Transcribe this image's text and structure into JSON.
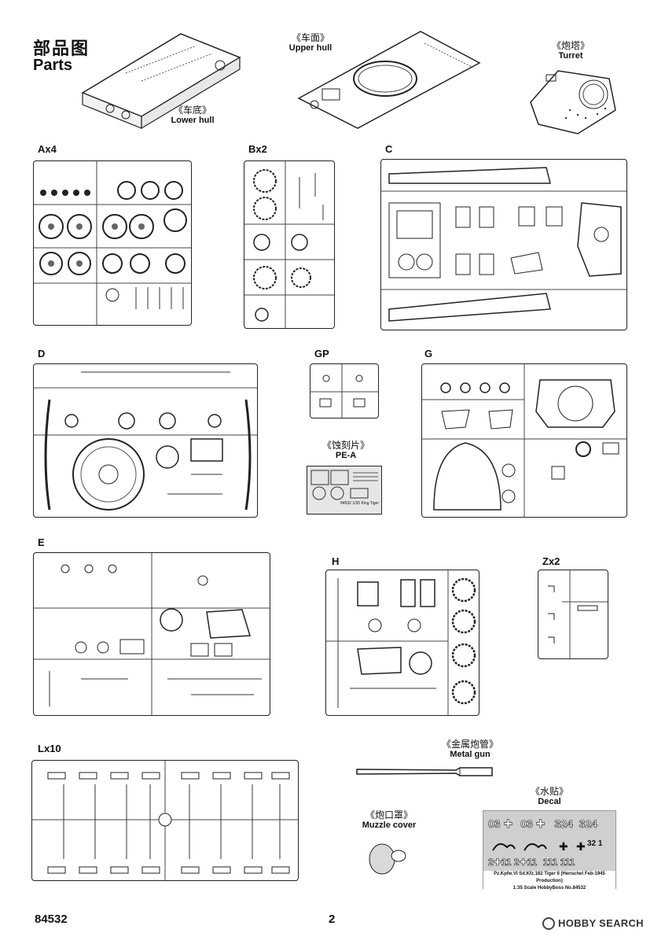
{
  "header": {
    "title_cn": "部品图",
    "title_en": "Parts"
  },
  "hull_lower": {
    "cn": "《车底》",
    "en": "Lower hull"
  },
  "hull_upper": {
    "cn": "《车面》",
    "en": "Upper hull"
  },
  "turret": {
    "cn": "《炮塔》",
    "en": "Turret"
  },
  "sprues": {
    "a": "Ax4",
    "b": "Bx2",
    "c": "C",
    "d": "D",
    "gp": "GP",
    "g": "G",
    "e": "E",
    "h": "H",
    "z": "Zx2",
    "l": "Lx10"
  },
  "pe": {
    "cn": "《蚀刻片》",
    "en": "PE-A",
    "plate_caption": "84532 1/35 King Tiger"
  },
  "metal_gun": {
    "cn": "《金属炮管》",
    "en": "Metal gun"
  },
  "muzzle": {
    "cn": "《炮口罩》",
    "en": "Muzzle cover"
  },
  "decal": {
    "cn": "《水贴》",
    "en": "Decal",
    "row1": [
      "03",
      "03",
      "324",
      "324"
    ],
    "row2": [
      "2",
      "11",
      "2",
      "11",
      "111",
      "111"
    ],
    "small": [
      "32",
      "1"
    ],
    "caption1": "Pz.Kpfw.VI Sd.Kfz.182 Tiger II (Henschel Feb-1945 Production)",
    "caption2": "1:35 Scale    HobbyBoss    No.84532"
  },
  "footer": {
    "code": "84532",
    "page": "2",
    "watermark": "HOBBY SEARCH"
  }
}
